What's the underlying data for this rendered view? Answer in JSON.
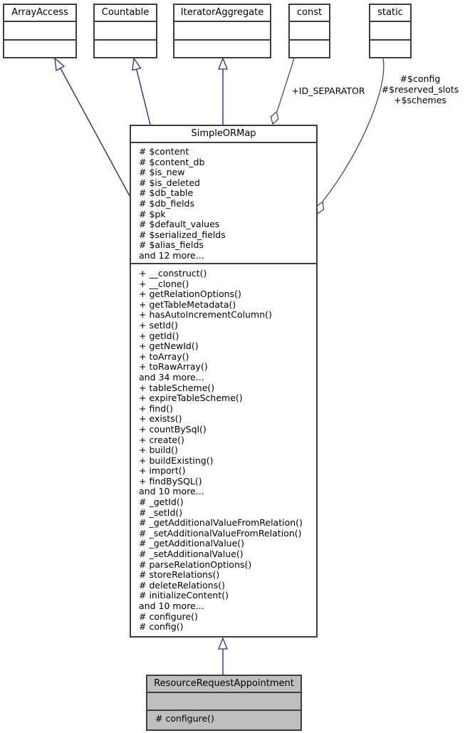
{
  "nodes": {
    "top_row": [
      {
        "name": "ArrayAccess"
      },
      {
        "name": "Countable"
      },
      {
        "name": "IteratorAggregate"
      },
      {
        "name": "const"
      },
      {
        "name": "static"
      }
    ],
    "simpleormap": {
      "title": "SimpleORMap",
      "attributes": [
        "# $content",
        "# $content_db",
        "# $is_new",
        "# $is_deleted",
        "# $db_table",
        "# $db_fields",
        "# $pk",
        "# $default_values",
        "# $serialized_fields",
        "# $alias_fields",
        "and 12 more..."
      ],
      "methods": [
        "+ __construct()",
        "+ __clone()",
        "+ getRelationOptions()",
        "+ getTableMetadata()",
        "+ hasAutoIncrementColumn()",
        "+ setId()",
        "+ getId()",
        "+ getNewId()",
        "+ toArray()",
        "+ toRawArray()",
        "and 34 more...",
        "+ tableScheme()",
        "+ expireTableScheme()",
        "+ find()",
        "+ exists()",
        "+ countBySql()",
        "+ create()",
        "+ build()",
        "+ buildExisting()",
        "+ import()",
        "+ findBySQL()",
        "and 10 more...",
        "# _getId()",
        "# _setId()",
        "# _getAdditionalValueFromRelation()",
        "# _setAdditionalValueFromRelation()",
        "# _getAdditionalValue()",
        "# _setAdditionalValue()",
        "# parseRelationOptions()",
        "# storeRelations()",
        "# deleteRelations()",
        "# initializeContent()",
        "and 10 more...",
        "# configure()",
        "# config()"
      ]
    },
    "resource_request_appointment": {
      "title": "ResourceRequestAppointment",
      "methods": [
        "# configure()"
      ]
    }
  },
  "edge_labels": {
    "const_member": "+ID_SEPARATOR",
    "static_members": [
      "#$config",
      "#$reserved_slots",
      "+$schemes"
    ]
  },
  "colors": {
    "inheritance_edge": "#2a2a8c",
    "usage_edge": "#3f3f3f",
    "node_border": "#3f3f3f",
    "highlight_fill": "#bfbfbf",
    "node_fill": "#ffffff",
    "text": "#000000"
  }
}
